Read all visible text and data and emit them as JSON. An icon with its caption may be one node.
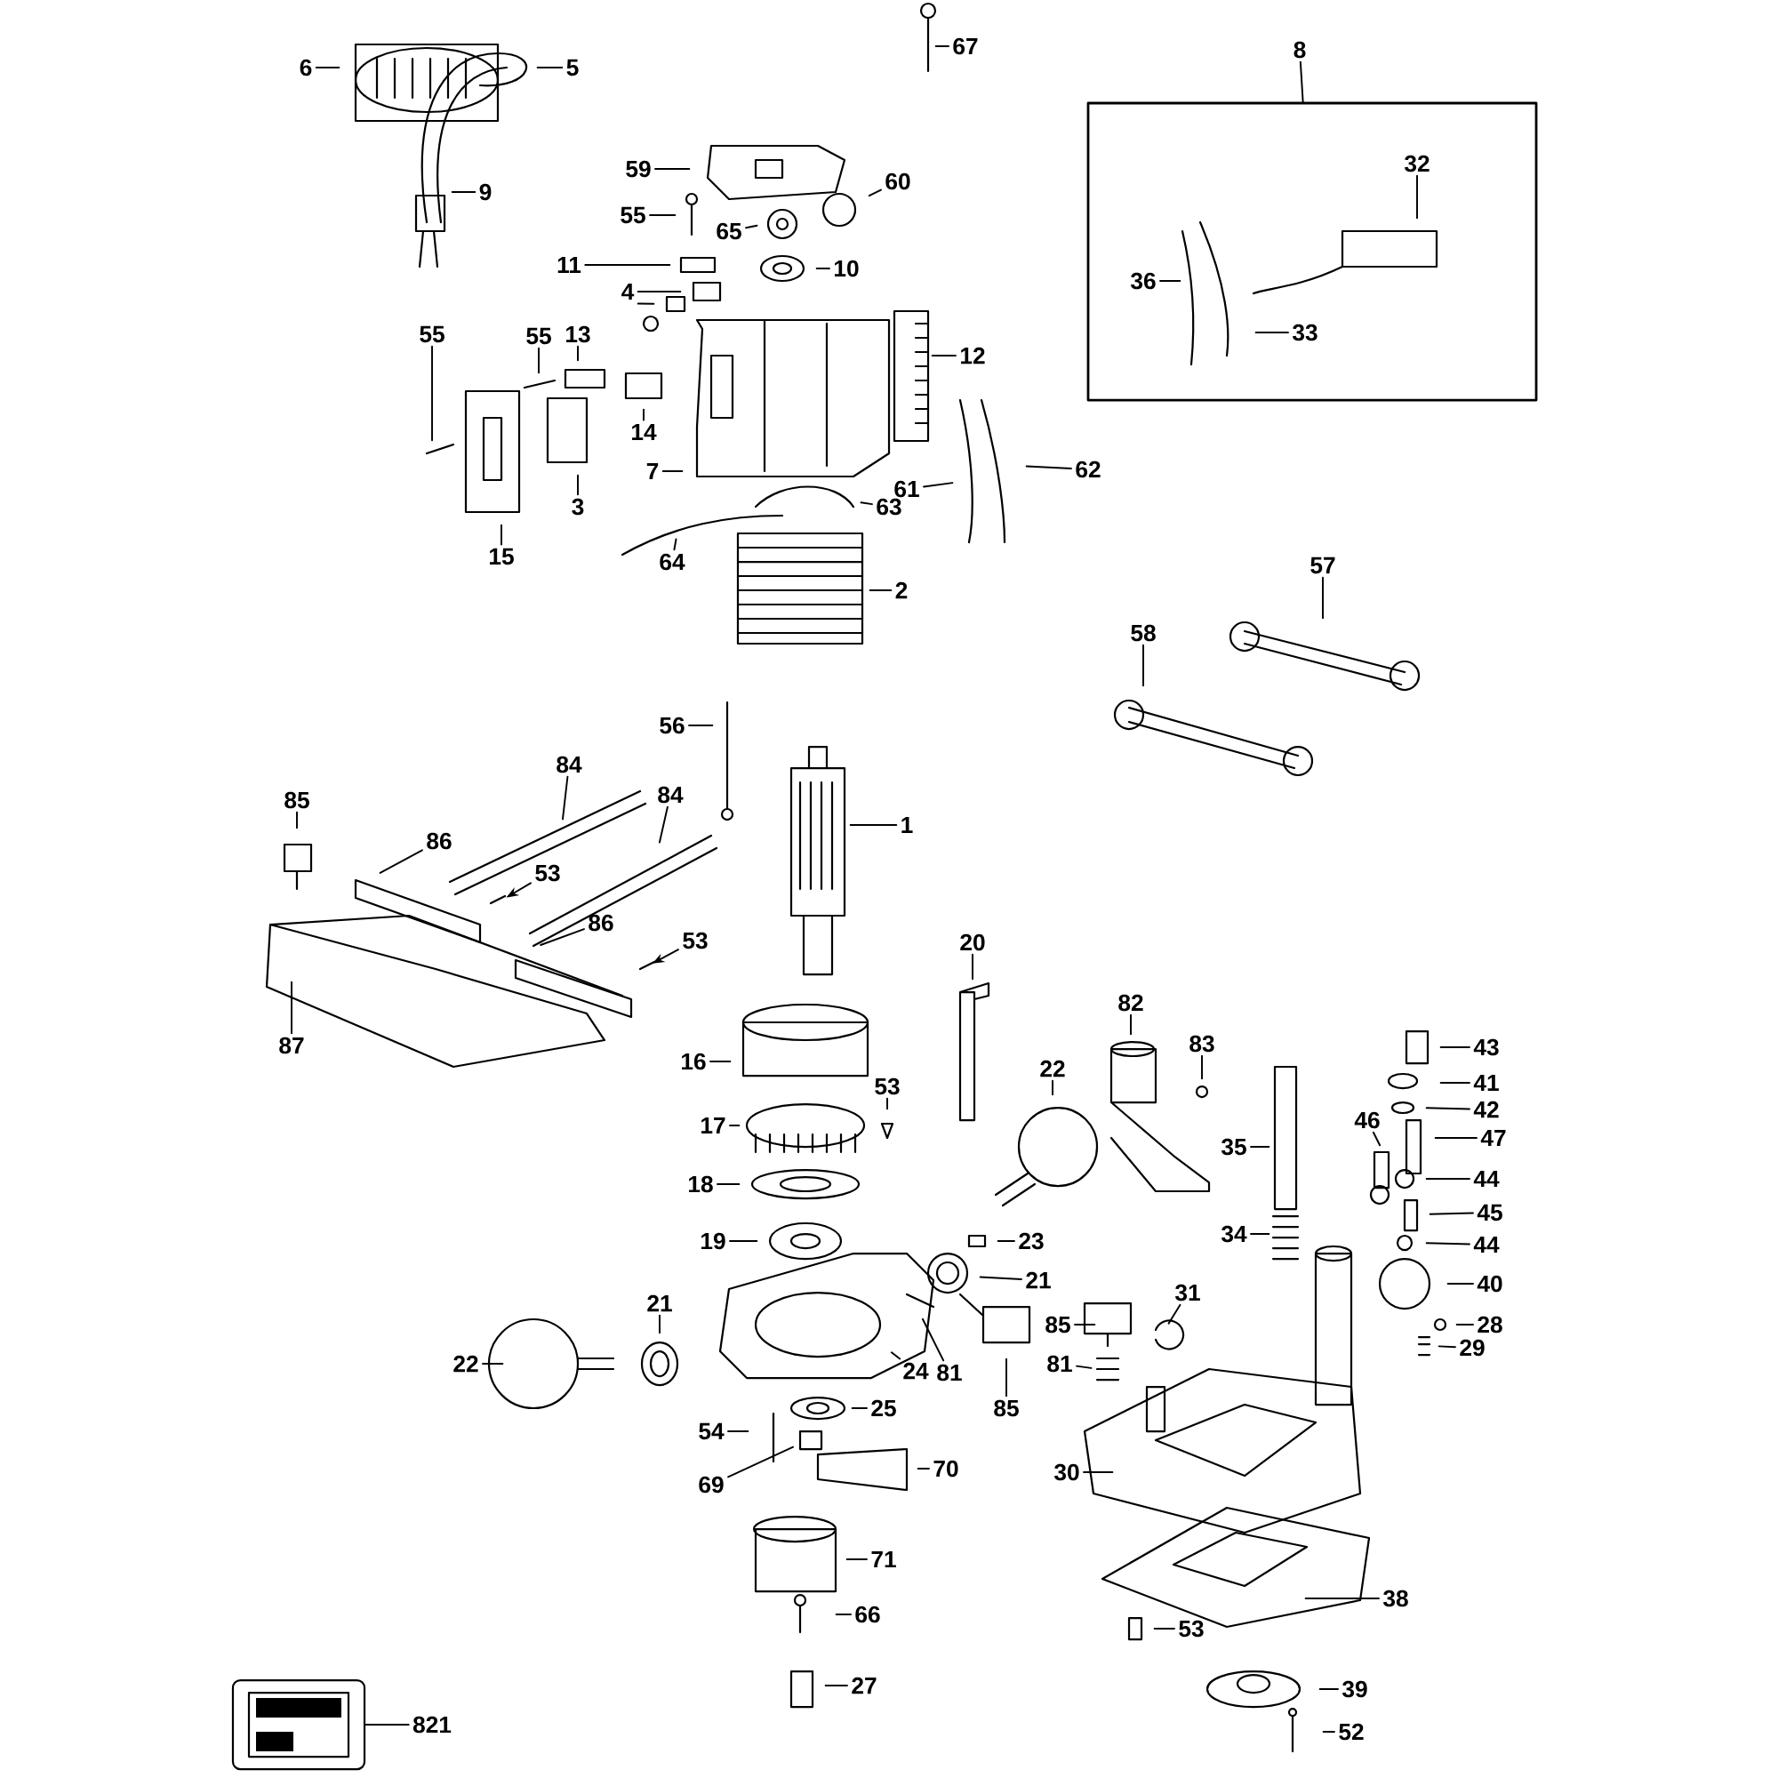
{
  "diagram": {
    "nodes": [
      {
        "text": [
          "5"
        ]
      },
      {
        "text": [
          "6"
        ]
      },
      {
        "text": [
          "67"
        ]
      },
      {
        "text": [
          "9"
        ]
      },
      {
        "text": [
          "59"
        ]
      },
      {
        "text": [
          "60"
        ]
      },
      {
        "text": [
          "55"
        ]
      },
      {
        "text": [
          "65"
        ]
      },
      {
        "text": [
          "11"
        ]
      },
      {
        "text": [
          "10"
        ]
      },
      {
        "text": [
          "4"
        ]
      },
      {
        "text": [
          "13"
        ]
      },
      {
        "text": [
          "55"
        ]
      },
      {
        "text": [
          "55"
        ]
      },
      {
        "text": [
          "14"
        ]
      },
      {
        "text": [
          "12"
        ]
      },
      {
        "text": [
          "7"
        ]
      },
      {
        "text": [
          "3"
        ]
      },
      {
        "text": [
          "15"
        ]
      },
      {
        "text": [
          "61"
        ]
      },
      {
        "text": [
          "62"
        ]
      },
      {
        "text": [
          "63"
        ]
      },
      {
        "text": [
          "64"
        ]
      },
      {
        "text": [
          "2"
        ]
      },
      {
        "text": [
          "8"
        ]
      },
      {
        "text": [],
        "shape": "box"
      },
      {
        "text": [
          "32"
        ],
        "in": 25
      },
      {
        "text": [
          "36"
        ],
        "in": 25
      },
      {
        "text": [
          "33"
        ],
        "in": 25
      },
      {
        "text": [
          "57"
        ]
      },
      {
        "text": [
          "58"
        ]
      },
      {
        "text": [
          "56"
        ]
      },
      {
        "text": [
          "1"
        ]
      },
      {
        "text": [
          "85"
        ]
      },
      {
        "text": [
          "84"
        ]
      },
      {
        "text": [
          "84"
        ]
      },
      {
        "text": [
          "86"
        ]
      },
      {
        "text": [
          "86"
        ]
      },
      {
        "text": [
          "53"
        ]
      },
      {
        "text": [
          "53"
        ]
      },
      {
        "text": [
          "87"
        ]
      },
      {
        "text": [
          "20"
        ]
      },
      {
        "text": [
          "16"
        ]
      },
      {
        "text": [
          "82"
        ]
      },
      {
        "text": [
          "83"
        ]
      },
      {
        "text": [
          "43"
        ]
      },
      {
        "text": [
          "41"
        ]
      },
      {
        "text": [
          "53"
        ]
      },
      {
        "text": [
          "22"
        ]
      },
      {
        "text": [
          "17"
        ]
      },
      {
        "text": [
          "42"
        ]
      },
      {
        "text": [
          "35"
        ]
      },
      {
        "text": [
          "46"
        ]
      },
      {
        "text": [
          "47"
        ]
      },
      {
        "text": [
          "18"
        ]
      },
      {
        "text": [
          "44"
        ]
      },
      {
        "text": [
          "45"
        ]
      },
      {
        "text": [
          "34"
        ]
      },
      {
        "text": [
          "44"
        ]
      },
      {
        "text": [
          "19"
        ]
      },
      {
        "text": [
          "23"
        ]
      },
      {
        "text": [
          "21"
        ]
      },
      {
        "text": [
          "40"
        ]
      },
      {
        "text": [
          "31"
        ]
      },
      {
        "text": [
          "28"
        ]
      },
      {
        "text": [
          "85"
        ]
      },
      {
        "text": [
          "29"
        ]
      },
      {
        "text": [
          "21"
        ]
      },
      {
        "text": [
          "22"
        ]
      },
      {
        "text": [
          "24"
        ]
      },
      {
        "text": [
          "81"
        ]
      },
      {
        "text": [
          "81"
        ]
      },
      {
        "text": [
          "85"
        ]
      },
      {
        "text": [
          "25"
        ]
      },
      {
        "text": [
          "54"
        ]
      },
      {
        "text": [
          "69"
        ]
      },
      {
        "text": [
          "70"
        ]
      },
      {
        "text": [
          "30"
        ]
      },
      {
        "text": [
          "71"
        ]
      },
      {
        "text": [
          "38"
        ]
      },
      {
        "text": [
          "66"
        ]
      },
      {
        "text": [
          "53"
        ]
      },
      {
        "text": [
          "39"
        ]
      },
      {
        "text": [
          "27"
        ]
      },
      {
        "text": [
          "821"
        ]
      },
      {
        "text": [
          "52"
        ]
      },
      {
        "text": [],
        "shape": "picture"
      }
    ],
    "edges": [
      {
        "from": 0,
        "to": null,
        "arrow": "none"
      },
      {
        "from": 1,
        "to": null,
        "arrow": "none"
      },
      {
        "from": 2,
        "to": null,
        "arrow": "none"
      },
      {
        "from": 3,
        "to": null,
        "arrow": "none"
      },
      {
        "from": 4,
        "to": null,
        "arrow": "none"
      },
      {
        "from": 5,
        "to": null,
        "arrow": "none"
      },
      {
        "from": 6,
        "to": null,
        "arrow": "none"
      },
      {
        "from": 7,
        "to": null,
        "arrow": "none"
      },
      {
        "from": 8,
        "to": null,
        "arrow": "none"
      },
      {
        "from": 9,
        "to": null,
        "arrow": "none"
      },
      {
        "from": 10,
        "to": null,
        "arrow": "none"
      },
      {
        "from": 10,
        "to": null,
        "arrow": "none"
      },
      {
        "from": 11,
        "to": null,
        "arrow": "none"
      },
      {
        "from": 12,
        "to": null,
        "arrow": "none"
      },
      {
        "from": 13,
        "to": null,
        "arrow": "none"
      },
      {
        "from": 14,
        "to": null,
        "arrow": "none"
      },
      {
        "from": 15,
        "to": null,
        "arrow": "none"
      },
      {
        "from": 16,
        "to": null,
        "arrow": "none"
      },
      {
        "from": 17,
        "to": null,
        "arrow": "none"
      },
      {
        "from": 18,
        "to": null,
        "arrow": "none"
      },
      {
        "from": 19,
        "to": null,
        "arrow": "none"
      },
      {
        "from": 20,
        "to": null,
        "arrow": "none"
      },
      {
        "from": 21,
        "to": null,
        "arrow": "none"
      },
      {
        "from": 22,
        "to": null,
        "arrow": "none"
      },
      {
        "from": 23,
        "to": null,
        "arrow": "none"
      },
      {
        "from": 24,
        "to": 25,
        "arrow": "none"
      },
      {
        "from": 26,
        "to": null,
        "arrow": "none"
      },
      {
        "from": 27,
        "to": null,
        "arrow": "none"
      },
      {
        "from": 28,
        "to": null,
        "arrow": "none"
      },
      {
        "from": 29,
        "to": null,
        "arrow": "none"
      },
      {
        "from": 30,
        "to": null,
        "arrow": "none"
      },
      {
        "from": 31,
        "to": null,
        "arrow": "none"
      },
      {
        "from": 32,
        "to": null,
        "arrow": "none"
      },
      {
        "from": 33,
        "to": null,
        "arrow": "none"
      },
      {
        "from": 34,
        "to": null,
        "arrow": "none"
      },
      {
        "from": 35,
        "to": null,
        "arrow": "none"
      },
      {
        "from": 36,
        "to": null,
        "arrow": "none"
      },
      {
        "from": 37,
        "to": null,
        "arrow": "none"
      },
      {
        "from": 38,
        "to": null,
        "arrow": "to"
      },
      {
        "from": 39,
        "to": null,
        "arrow": "to"
      },
      {
        "from": 40,
        "to": null,
        "arrow": "none"
      },
      {
        "from": 41,
        "to": null,
        "arrow": "none"
      },
      {
        "from": 42,
        "to": null,
        "arrow": "none"
      },
      {
        "from": 43,
        "to": null,
        "arrow": "none"
      },
      {
        "from": 44,
        "to": null,
        "arrow": "none"
      },
      {
        "from": 45,
        "to": null,
        "arrow": "none"
      },
      {
        "from": 46,
        "to": null,
        "arrow": "none"
      },
      {
        "from": 47,
        "to": null,
        "arrow": "none"
      },
      {
        "from": 48,
        "to": null,
        "arrow": "none"
      },
      {
        "from": 49,
        "to": null,
        "arrow": "none"
      },
      {
        "from": 50,
        "to": null,
        "arrow": "none"
      },
      {
        "from": 51,
        "to": null,
        "arrow": "none"
      },
      {
        "from": 52,
        "to": null,
        "arrow": "none"
      },
      {
        "from": 53,
        "to": null,
        "arrow": "none"
      },
      {
        "from": 54,
        "to": null,
        "arrow": "none"
      },
      {
        "from": 55,
        "to": null,
        "arrow": "none"
      },
      {
        "from": 56,
        "to": null,
        "arrow": "none"
      },
      {
        "from": 57,
        "to": null,
        "arrow": "none"
      },
      {
        "from": 58,
        "to": null,
        "arrow": "none"
      },
      {
        "from": 59,
        "to": null,
        "arrow": "none"
      },
      {
        "from": 60,
        "to": null,
        "arrow": "none"
      },
      {
        "from": 61,
        "to": null,
        "arrow": "none"
      },
      {
        "from": 62,
        "to": null,
        "arrow": "none"
      },
      {
        "from": 63,
        "to": null,
        "arrow": "none"
      },
      {
        "from": 64,
        "to": null,
        "arrow": "none"
      },
      {
        "from": 65,
        "to": null,
        "arrow": "none"
      },
      {
        "from": 66,
        "to": null,
        "arrow": "none"
      },
      {
        "from": 67,
        "to": null,
        "arrow": "none"
      },
      {
        "from": 68,
        "to": null,
        "arrow": "none"
      },
      {
        "from": 69,
        "to": null,
        "arrow": "none"
      },
      {
        "from": 70,
        "to": null,
        "arrow": "none"
      },
      {
        "from": 71,
        "to": null,
        "arrow": "none"
      },
      {
        "from": 72,
        "to": null,
        "arrow": "none"
      },
      {
        "from": 73,
        "to": null,
        "arrow": "none"
      },
      {
        "from": 74,
        "to": null,
        "arrow": "none"
      },
      {
        "from": 75,
        "to": null,
        "arrow": "none"
      },
      {
        "from": 76,
        "to": null,
        "arrow": "none"
      },
      {
        "from": 77,
        "to": null,
        "arrow": "none"
      },
      {
        "from": 78,
        "to": null,
        "arrow": "none"
      },
      {
        "from": 79,
        "to": null,
        "arrow": "none"
      },
      {
        "from": 80,
        "to": null,
        "arrow": "none"
      },
      {
        "from": 81,
        "to": null,
        "arrow": "none"
      },
      {
        "from": 82,
        "to": null,
        "arrow": "none"
      },
      {
        "from": 83,
        "to": null,
        "arrow": "none"
      },
      {
        "from": 84,
        "to": 86,
        "arrow": "none"
      },
      {
        "from": 85,
        "to": null,
        "arrow": "none"
      }
    ]
  }
}
